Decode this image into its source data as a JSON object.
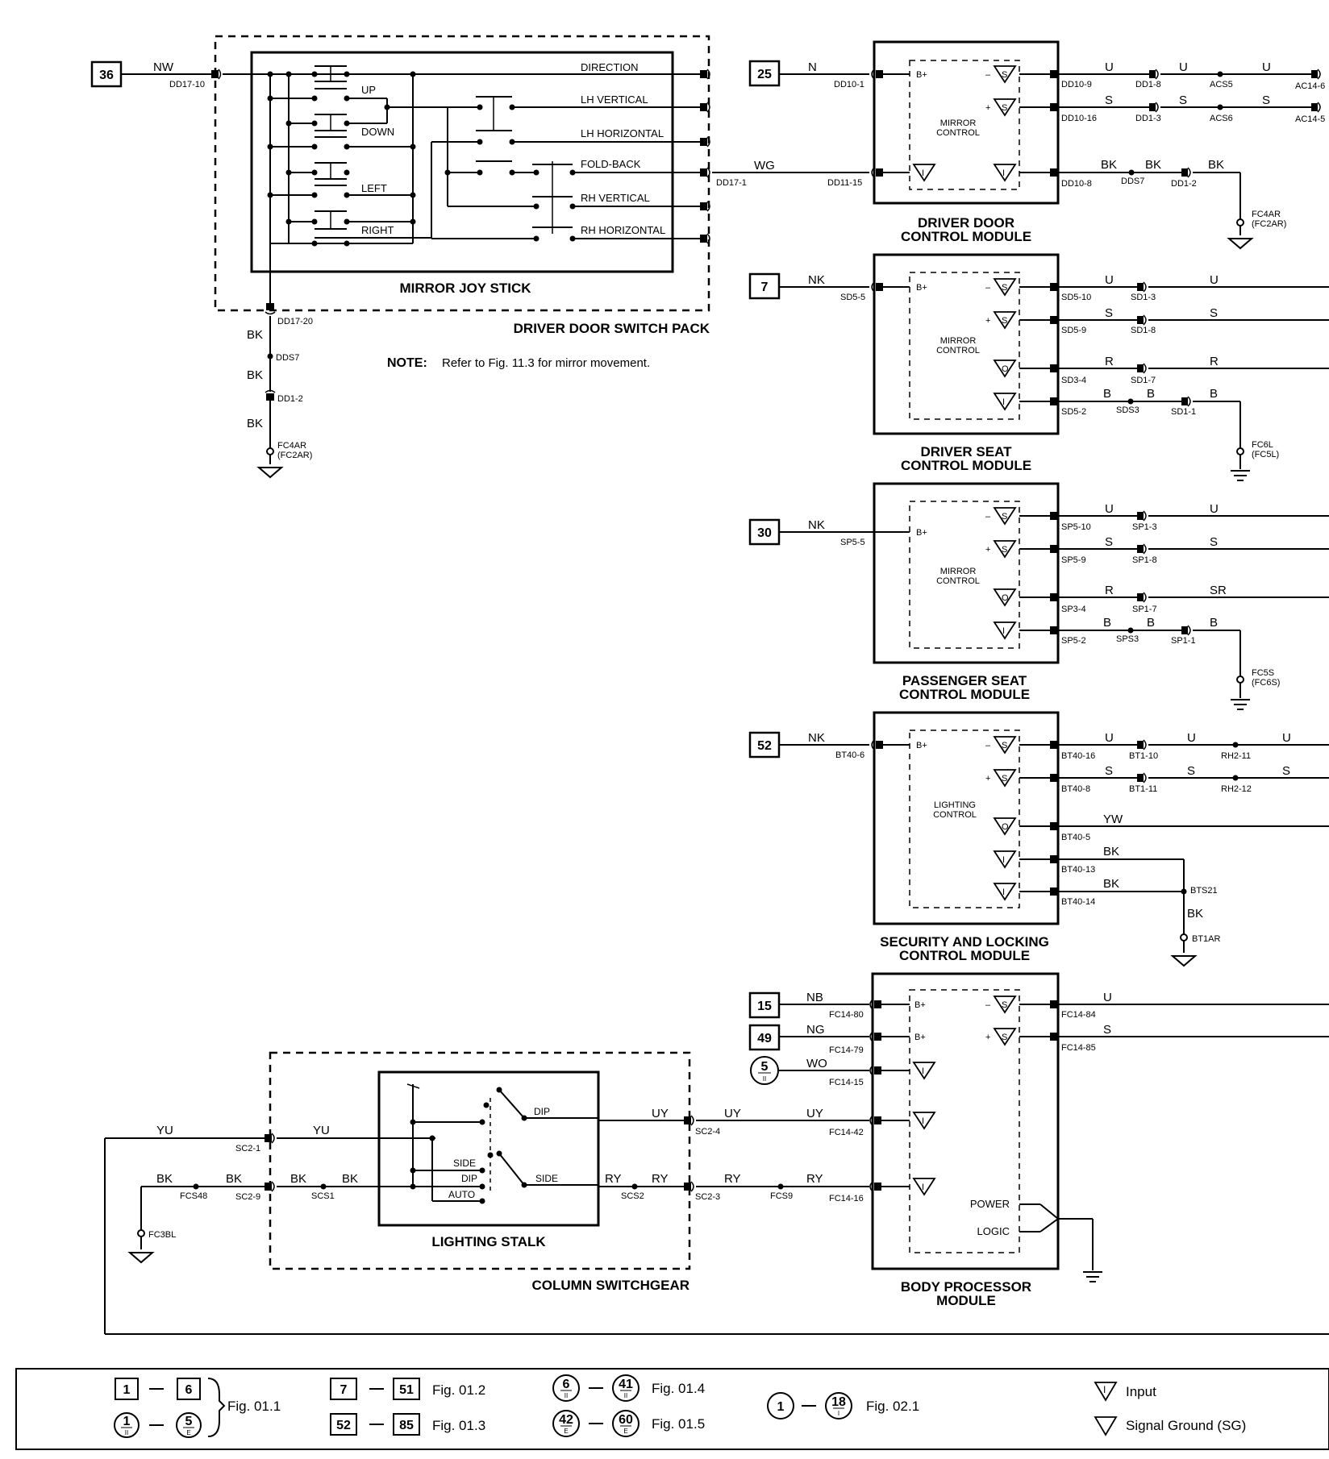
{
  "refs": {
    "r36": "36",
    "r25": "25",
    "r7": "7",
    "r30": "30",
    "r52": "52",
    "r15": "15",
    "r49": "49",
    "c5": "5",
    "c5s": "II"
  },
  "joystick": {
    "title": "MIRROR JOY STICK",
    "pack": "DRIVER DOOR SWITCH PACK",
    "sw": [
      "UP",
      "DOWN",
      "LEFT",
      "RIGHT"
    ],
    "out": [
      "DIRECTION",
      "LH VERTICAL",
      "LH HORIZONTAL",
      "FOLD-BACK",
      "RH VERTICAL",
      "RH HORIZONTAL"
    ],
    "in_wire": "NW",
    "in_conn": "DD17-10",
    "out_wire": "WG",
    "out_conn": "DD17-1",
    "gnd_conn": "DD17-20",
    "gnd_w1": "BK",
    "gnd_splice": "DDS7",
    "gnd_w2": "BK",
    "gnd_c2": "DD1-2",
    "gnd_w3": "BK",
    "gnd_pt": "FC4AR",
    "gnd_pt2": "(FC2AR)",
    "note_label": "NOTE:",
    "note": "Refer to Fig. 11.3 for mirror movement."
  },
  "ddcm": {
    "title1": "DRIVER DOOR",
    "title2": "CONTROL MODULE",
    "inner1": "MIRROR",
    "inner2": "CONTROL",
    "bplus": "B+",
    "in_wire": "N",
    "in_conn": "DD10-1",
    "wg_conn": "DD11-15",
    "o1": [
      "U",
      "DD10-9",
      "DD1-8",
      "U",
      "ACS5",
      "U",
      "AC14-6"
    ],
    "o2": [
      "S",
      "DD10-16",
      "DD1-3",
      "S",
      "ACS6",
      "S",
      "AC14-5"
    ],
    "o3": [
      "BK",
      "DD10-8",
      "BK",
      "DDS7",
      "DD1-2",
      "BK"
    ],
    "gnd_pt": "FC4AR",
    "gnd_pt2": "(FC2AR)"
  },
  "dscm": {
    "title1": "DRIVER SEAT",
    "title2": "CONTROL MODULE",
    "inner1": "MIRROR",
    "inner2": "CONTROL",
    "bplus": "B+",
    "in_wire": "NK",
    "in_conn": "SD5-5",
    "o1": [
      "U",
      "SD5-10",
      "SD1-3",
      "U"
    ],
    "o2": [
      "S",
      "SD5-9",
      "SD1-8",
      "S"
    ],
    "o3": [
      "R",
      "SD3-4",
      "SD1-7",
      "R"
    ],
    "o4": [
      "B",
      "SD5-2",
      "B",
      "SDS3",
      "SD1-1",
      "B"
    ],
    "gnd_pt": "FC6L",
    "gnd_pt2": "(FC5L)"
  },
  "pscm": {
    "title1": "PASSENGER SEAT",
    "title2": "CONTROL MODULE",
    "inner1": "MIRROR",
    "inner2": "CONTROL",
    "bplus": "B+",
    "in_wire": "NK",
    "in_conn": "SP5-5",
    "o1": [
      "U",
      "SP5-10",
      "SP1-3",
      "U"
    ],
    "o2": [
      "S",
      "SP5-9",
      "SP1-8",
      "S"
    ],
    "o3": [
      "R",
      "SP3-4",
      "SP1-7",
      "SR"
    ],
    "o4": [
      "B",
      "SP5-2",
      "B",
      "SPS3",
      "SP1-1",
      "B"
    ],
    "gnd_pt": "FC5S",
    "gnd_pt2": "(FC6S)"
  },
  "slcm": {
    "title1": "SECURITY AND LOCKING",
    "title2": "CONTROL MODULE",
    "inner1": "LIGHTING",
    "inner2": "CONTROL",
    "bplus": "B+",
    "in_wire": "NK",
    "in_conn": "BT40-6",
    "o1": [
      "U",
      "BT40-16",
      "BT1-10",
      "U",
      "RH2-11",
      "U"
    ],
    "o2": [
      "S",
      "BT40-8",
      "BT1-11",
      "S",
      "RH2-12",
      "S"
    ],
    "o3": [
      "YW",
      "BT40-5"
    ],
    "o4": [
      "BK",
      "BT40-13"
    ],
    "o5": [
      "BK",
      "BT40-14"
    ],
    "splice": "BTS21",
    "gnd_w": "BK",
    "gnd_pt": "BT1AR"
  },
  "bpm": {
    "title1": "BODY PROCESSOR",
    "title2": "MODULE",
    "bplus": "B+",
    "bplus2": "B+",
    "in1_wire": "NB",
    "in1_conn": "FC14-80",
    "in2_wire": "NG",
    "in2_conn": "FC14-79",
    "in3_wire": "WO",
    "in3_conn": "FC14-15",
    "in4_conn": "FC14-42",
    "in5_conn": "FC14-16",
    "o1": [
      "U",
      "FC14-84"
    ],
    "o2": [
      "S",
      "FC14-85"
    ],
    "power": "POWER",
    "logic": "LOGIC"
  },
  "stalk": {
    "title": "LIGHTING STALK",
    "pack": "COLUMN SWITCHGEAR",
    "dip": "DIP",
    "side": "SIDE",
    "side2": "SIDE",
    "dip2": "DIP",
    "auto": "AUTO",
    "yu1": "YU",
    "yu2": "YU",
    "yu_conn": "SC2-1",
    "bk1": "BK",
    "bk2": "BK",
    "bk3": "BK",
    "bk4": "BK",
    "bk_splice": "FCS48",
    "bk_conn": "SC2-9",
    "bk_s2": "SCS1",
    "gnd_pt": "FC3BL",
    "uy1": "UY",
    "uy2": "UY",
    "uy3": "UY",
    "uy_conn": "SC2-4",
    "ry1": "RY",
    "ry2": "RY",
    "ry3": "RY",
    "ry4": "RY",
    "ry_s1": "SCS2",
    "ry_conn": "SC2-3",
    "ry_s2": "FCS9"
  },
  "legend": {
    "a1": "1",
    "a2": "6",
    "b1": "1",
    "b1s": "II",
    "b2": "5",
    "b2s": "E",
    "fig_a": "Fig. 01.1",
    "c1": "7",
    "c2": "51",
    "fig_c": "Fig. 01.2",
    "d1": "52",
    "d2": "85",
    "fig_d": "Fig. 01.3",
    "e1": "6",
    "e1s": "II",
    "e2": "41",
    "e2s": "II",
    "fig_e": "Fig. 01.4",
    "f1": "42",
    "f1s": "E",
    "f2": "60",
    "f2s": "E",
    "fig_f": "Fig. 01.5",
    "g1": "1",
    "g2": "18",
    "g2s": "I",
    "fig_g": "Fig. 02.1",
    "input": "Input",
    "sg": "Signal Ground (SG)"
  }
}
